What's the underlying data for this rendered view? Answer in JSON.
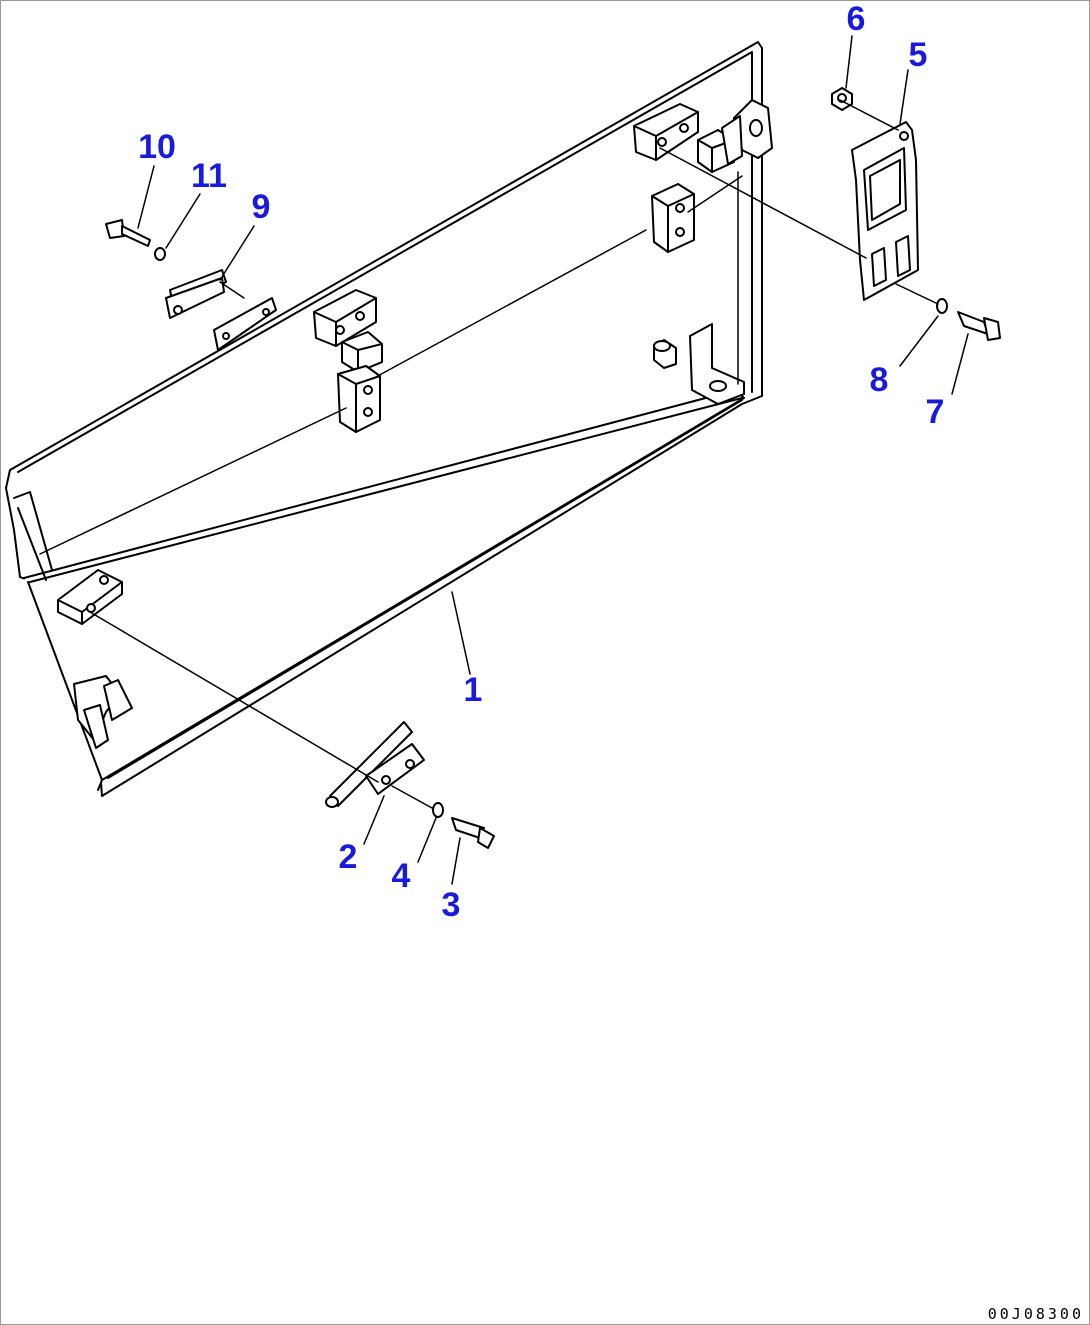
{
  "colors": {
    "line": "#000000",
    "callout": "#1a1adc",
    "frame": "#9a9a9a",
    "background": "#ffffff"
  },
  "callouts": [
    {
      "id": "1",
      "label": "1"
    },
    {
      "id": "2",
      "label": "2"
    },
    {
      "id": "3",
      "label": "3"
    },
    {
      "id": "4",
      "label": "4"
    },
    {
      "id": "5",
      "label": "5"
    },
    {
      "id": "6",
      "label": "6"
    },
    {
      "id": "7",
      "label": "7"
    },
    {
      "id": "8",
      "label": "8"
    },
    {
      "id": "9",
      "label": "9"
    },
    {
      "id": "10",
      "label": "10"
    },
    {
      "id": "11",
      "label": "11"
    }
  ],
  "drawing_code": "00J08300"
}
